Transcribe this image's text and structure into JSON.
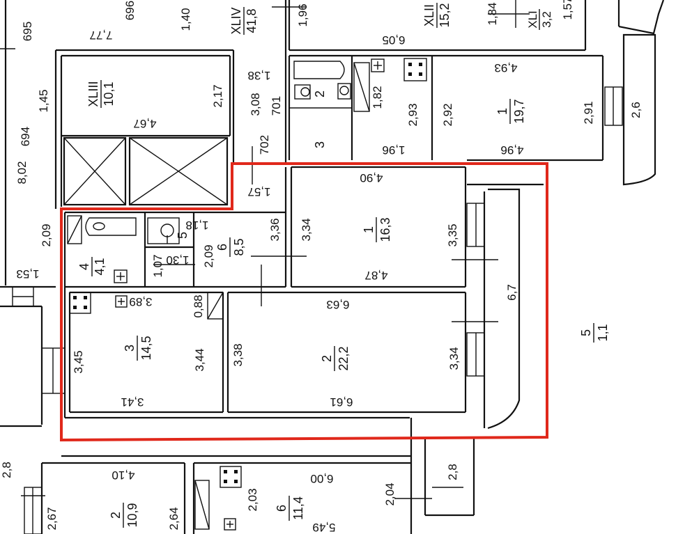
{
  "plan": {
    "highlight_color": "#e0281b",
    "rooms": {
      "r1": {
        "num": "1",
        "area": "16,3"
      },
      "r2": {
        "num": "2",
        "area": "22,2"
      },
      "r3": {
        "num": "3",
        "area": "14,5"
      },
      "r4": {
        "num": "4",
        "area": "4,1"
      },
      "r5": {
        "num": "5"
      },
      "r6": {
        "num": "6",
        "area": "8,5"
      },
      "r5b": {
        "num": "5",
        "area": "1,1"
      },
      "xliii": {
        "num": "XLIII",
        "area": "10,1"
      },
      "xliv": {
        "num": "XLIV",
        "area": "41,8"
      },
      "xlii": {
        "num": "XLII",
        "area": "15,2"
      },
      "xli": {
        "num": "XLI",
        "area": "3,2"
      },
      "n1": {
        "num": "1",
        "area": "19,7"
      },
      "n2": {
        "num": "2"
      },
      "n3": {
        "num": "3"
      },
      "s2": {
        "num": "2",
        "area": "10,9"
      },
      "s6": {
        "num": "6",
        "area": "11,4"
      }
    },
    "dims": {
      "d695": "695",
      "d696": "696",
      "d777": "7,77",
      "d140": "1,40",
      "d196": "1,96",
      "d605": "6,05",
      "d184": "1,84",
      "d157": "1,57",
      "d145": "1,45",
      "d217": "2,17",
      "d138": "1,38",
      "d308": "3,08",
      "d701": "701",
      "d182": "1,82",
      "d293": "2,93",
      "d292": "2,92",
      "d493": "4,93",
      "d291": "2,91",
      "d26": "2,6",
      "d694": "694",
      "d802": "8,02",
      "d467": "4,67",
      "d702": "702",
      "d196b": "1,96",
      "d496": "4,96",
      "d157b": "1,57",
      "d490": "4,90",
      "d209": "2,09",
      "d118": "1,18",
      "d336": "3,36",
      "d334": "3,34",
      "d335": "3,35",
      "d153": "1,53",
      "d107": "1,07",
      "d130": "1,30",
      "d209b": "2,09",
      "d487": "4,87",
      "d67": "6,7",
      "d389": "3,89",
      "d088": "0,88",
      "d663": "6,63",
      "d345": "3,45",
      "d344": "3,44",
      "d338": "3,38",
      "d334b": "3,34",
      "d341": "3,41",
      "d661": "6,61",
      "d28": "2,8",
      "d410": "4,10",
      "d600": "6,00",
      "d28b": "2,8",
      "d267": "2,67",
      "d264": "2,64",
      "d203": "2,03",
      "d204": "2,04",
      "d549": "5,49"
    }
  }
}
